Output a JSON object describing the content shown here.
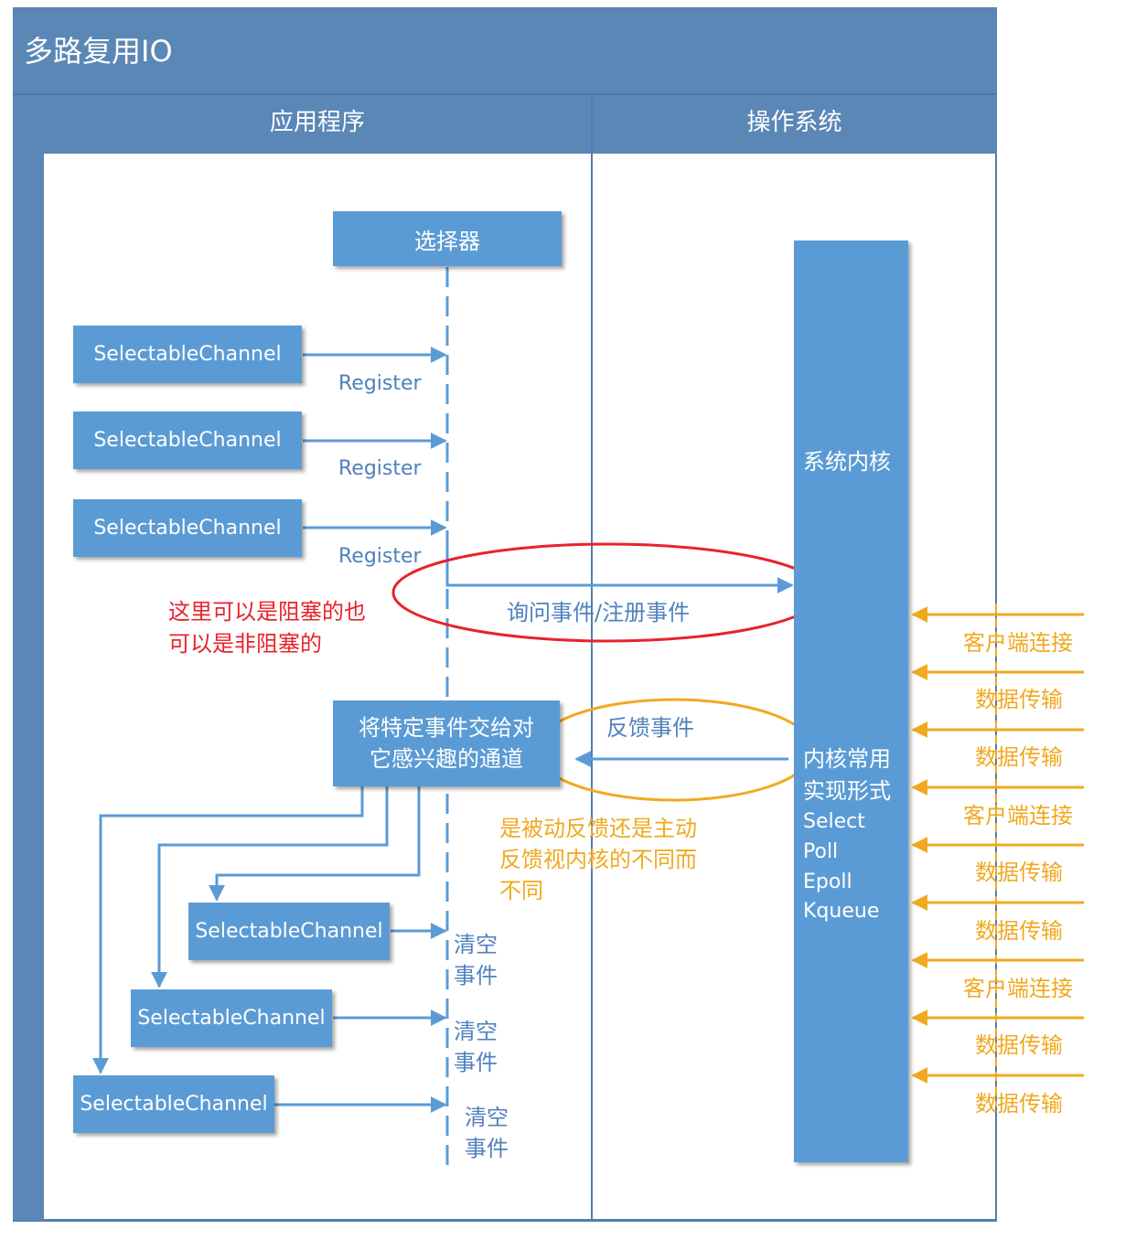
{
  "title": "多路复用IO",
  "lanes": {
    "application": "应用程序",
    "os": "操作系统"
  },
  "selector": "选择器",
  "channels_top": [
    "SelectableChannel",
    "SelectableChannel",
    "SelectableChannel"
  ],
  "register_labels": [
    "Register",
    "Register",
    "Register"
  ],
  "query_label": "询问事件/注册事件",
  "blocking_note": "这里可以是阻塞的也\n可以是非阻塞的",
  "dispatch_box": "将特定事件交给对\n它感兴趣的通道",
  "feedback_label": "反馈事件",
  "feedback_note": "是被动反馈还是主动\n反馈视内核的不同而\n不同",
  "kernel": {
    "title": "系统内核",
    "impl_heading": "内核常用\n实现形式",
    "impls": [
      "Select",
      "Poll",
      "Epoll",
      "Kqueue"
    ]
  },
  "channels_bottom": [
    "SelectableChannel",
    "SelectableChannel",
    "SelectableChannel"
  ],
  "clear_labels": [
    "清空\n事件",
    "清空\n事件",
    "清空\n事件"
  ],
  "incoming_events": [
    "客户端连接",
    "数据传输",
    "数据传输",
    "客户端连接",
    "数据传输",
    "数据传输",
    "客户端连接",
    "数据传输",
    "数据传输"
  ],
  "colors": {
    "header": "#5b87b6",
    "box": "#5b9bd5",
    "line": "#5b9bd5",
    "red": "#e8232a",
    "orange": "#f0a920"
  }
}
